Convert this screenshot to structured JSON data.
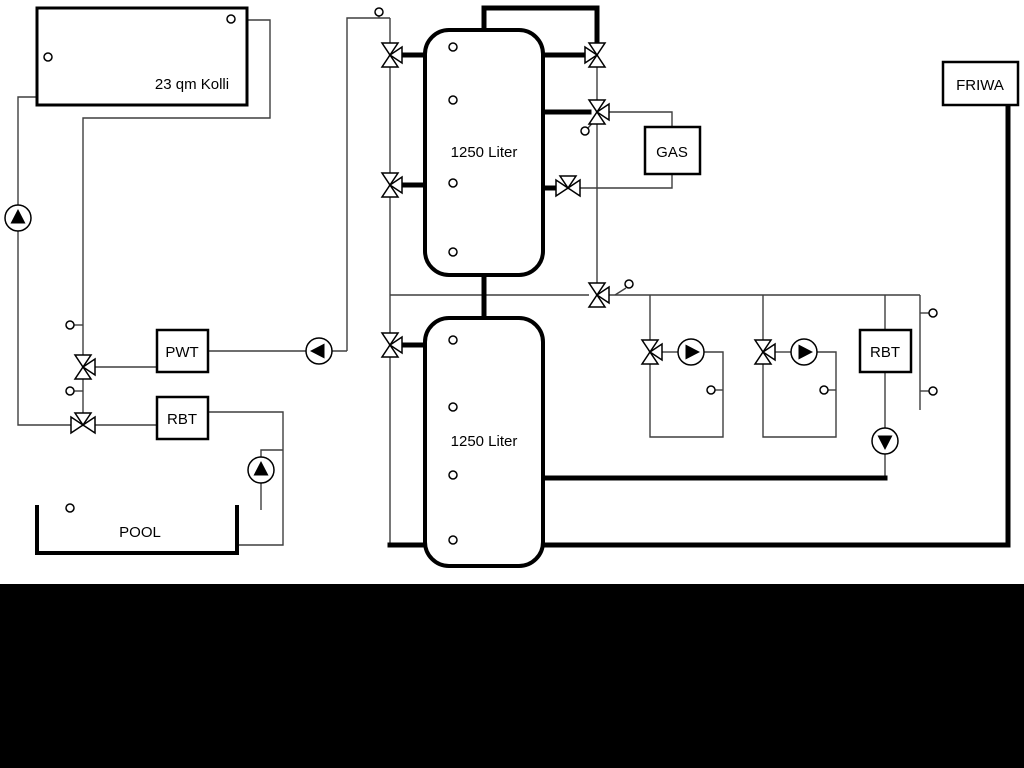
{
  "labels": {
    "collector": "23 qm Kolli",
    "tank_top": "1250 Liter",
    "tank_bottom": "1250 Liter",
    "gas": "GAS",
    "friwa": "FRIWA",
    "pwt": "PWT",
    "rbt_left": "RBT",
    "rbt_right": "RBT",
    "pool": "POOL"
  },
  "colors": {
    "thin_line": "#3f3f3f",
    "thick_line": "#000000",
    "background": "#ffffff",
    "letterbox": "#000000"
  }
}
